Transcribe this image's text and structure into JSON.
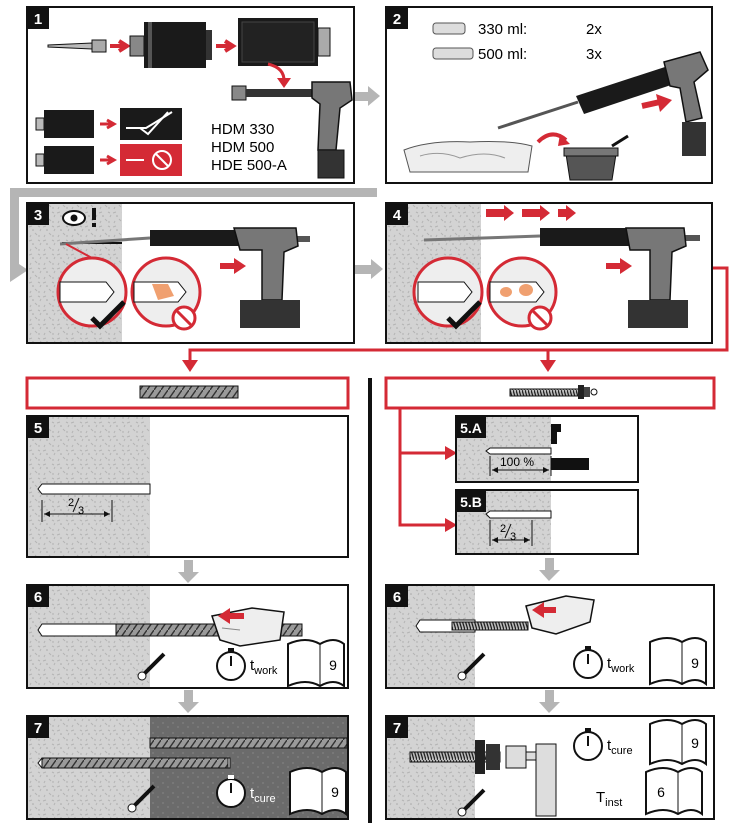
{
  "colors": {
    "red": "#d42a35",
    "gray": "#b5b5b5",
    "dark": "#1a1a1a",
    "concrete": "#d4d4d4"
  },
  "step1": {
    "number": "1",
    "products": [
      "HDM 330",
      "HDM 500",
      "HDE 500-A"
    ]
  },
  "step2": {
    "number": "2",
    "rows": [
      {
        "volume": "330 ml:",
        "count": "2x"
      },
      {
        "volume": "500 ml:",
        "count": "3x"
      }
    ]
  },
  "step3": {
    "number": "3",
    "hint_icon": "eye-exclamation-icon"
  },
  "step4": {
    "number": "4"
  },
  "step5": {
    "number": "5",
    "depth": {
      "num": "2",
      "den": "3"
    }
  },
  "step5a": {
    "number": "5.A",
    "percent": "100 %"
  },
  "step5b": {
    "number": "5.B",
    "depth": {
      "num": "2",
      "den": "3"
    }
  },
  "step6_left": {
    "number": "6",
    "t": "t",
    "sub": "work",
    "page": "9"
  },
  "step6_right": {
    "number": "6",
    "t": "t",
    "sub": "work",
    "page": "9"
  },
  "step7_left": {
    "number": "7",
    "t": "t",
    "sub": "cure",
    "page": "9"
  },
  "step7_right": {
    "number": "7",
    "t": "t",
    "sub": "cure",
    "page": "9",
    "tinst": "T",
    "tinst_sub": "inst",
    "tinst_page": "6"
  }
}
